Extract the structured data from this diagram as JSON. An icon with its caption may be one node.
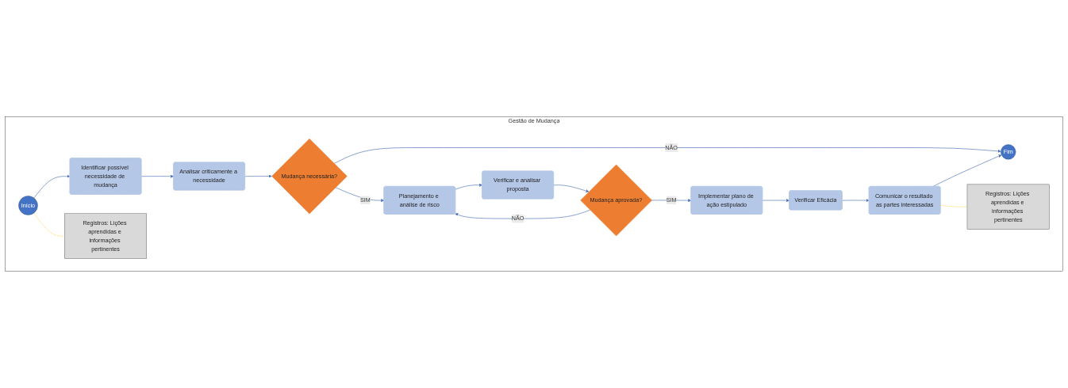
{
  "diagram": {
    "nodes": [
      {
        "text": [
          "Gestão de Mudança"
        ]
      },
      {
        "text": [
          "Início"
        ],
        "in": 0
      },
      {
        "text": [
          "Identificar possível necessidade de mudança"
        ],
        "in": 0
      },
      {
        "text": [
          "Analisar criticamente a necessidade"
        ],
        "in": 0
      },
      {
        "text": [
          "Mudança necessária?"
        ],
        "in": 0
      },
      {
        "text": [
          "Planejamento e análise de risco"
        ],
        "in": 0
      },
      {
        "text": [
          "Verificar e analisar proposta"
        ],
        "in": 0
      },
      {
        "text": [
          "Mudança aprovada?"
        ],
        "in": 0
      },
      {
        "text": [
          "Implementar plano de ação estipulado"
        ],
        "in": 0
      },
      {
        "text": [
          "Verificar Eficácia"
        ],
        "in": 0
      },
      {
        "text": [
          "Comunicar o resultado as partes interessadas"
        ],
        "in": 0
      },
      {
        "text": [
          "Fim"
        ],
        "in": 0
      },
      {
        "text": [
          "Registros: Lições aprendidas e informações pertinentes"
        ],
        "in": 0
      },
      {
        "text": [
          "Registros: Lições aprendidas e informações pertinentes"
        ],
        "in": 0
      }
    ],
    "edges": [
      {
        "from": 1,
        "to": 2,
        "arrow": "to"
      },
      {
        "from": 2,
        "to": 3,
        "arrow": "to"
      },
      {
        "from": 3,
        "to": 4,
        "arrow": "to"
      },
      {
        "from": 4,
        "to": 5,
        "arrow": "to",
        "label": "SIM"
      },
      {
        "from": 4,
        "to": 11,
        "arrow": "to",
        "label": "NÃO"
      },
      {
        "from": 5,
        "to": 6,
        "arrow": "to"
      },
      {
        "from": 6,
        "to": 7,
        "arrow": "to"
      },
      {
        "from": 7,
        "to": 5,
        "arrow": "to",
        "label": "NÃO"
      },
      {
        "from": 7,
        "to": 8,
        "arrow": "to",
        "label": "SIM"
      },
      {
        "from": 8,
        "to": 9,
        "arrow": "to"
      },
      {
        "from": 9,
        "to": 10,
        "arrow": "to"
      },
      {
        "from": 10,
        "to": 11,
        "arrow": "to"
      },
      {
        "from": 1,
        "to": 12,
        "arrow": "none",
        "style": "dashed",
        "color": "#ffc000"
      },
      {
        "from": 10,
        "to": 13,
        "arrow": "none",
        "style": "dashed",
        "color": "#ffc000"
      }
    ]
  }
}
